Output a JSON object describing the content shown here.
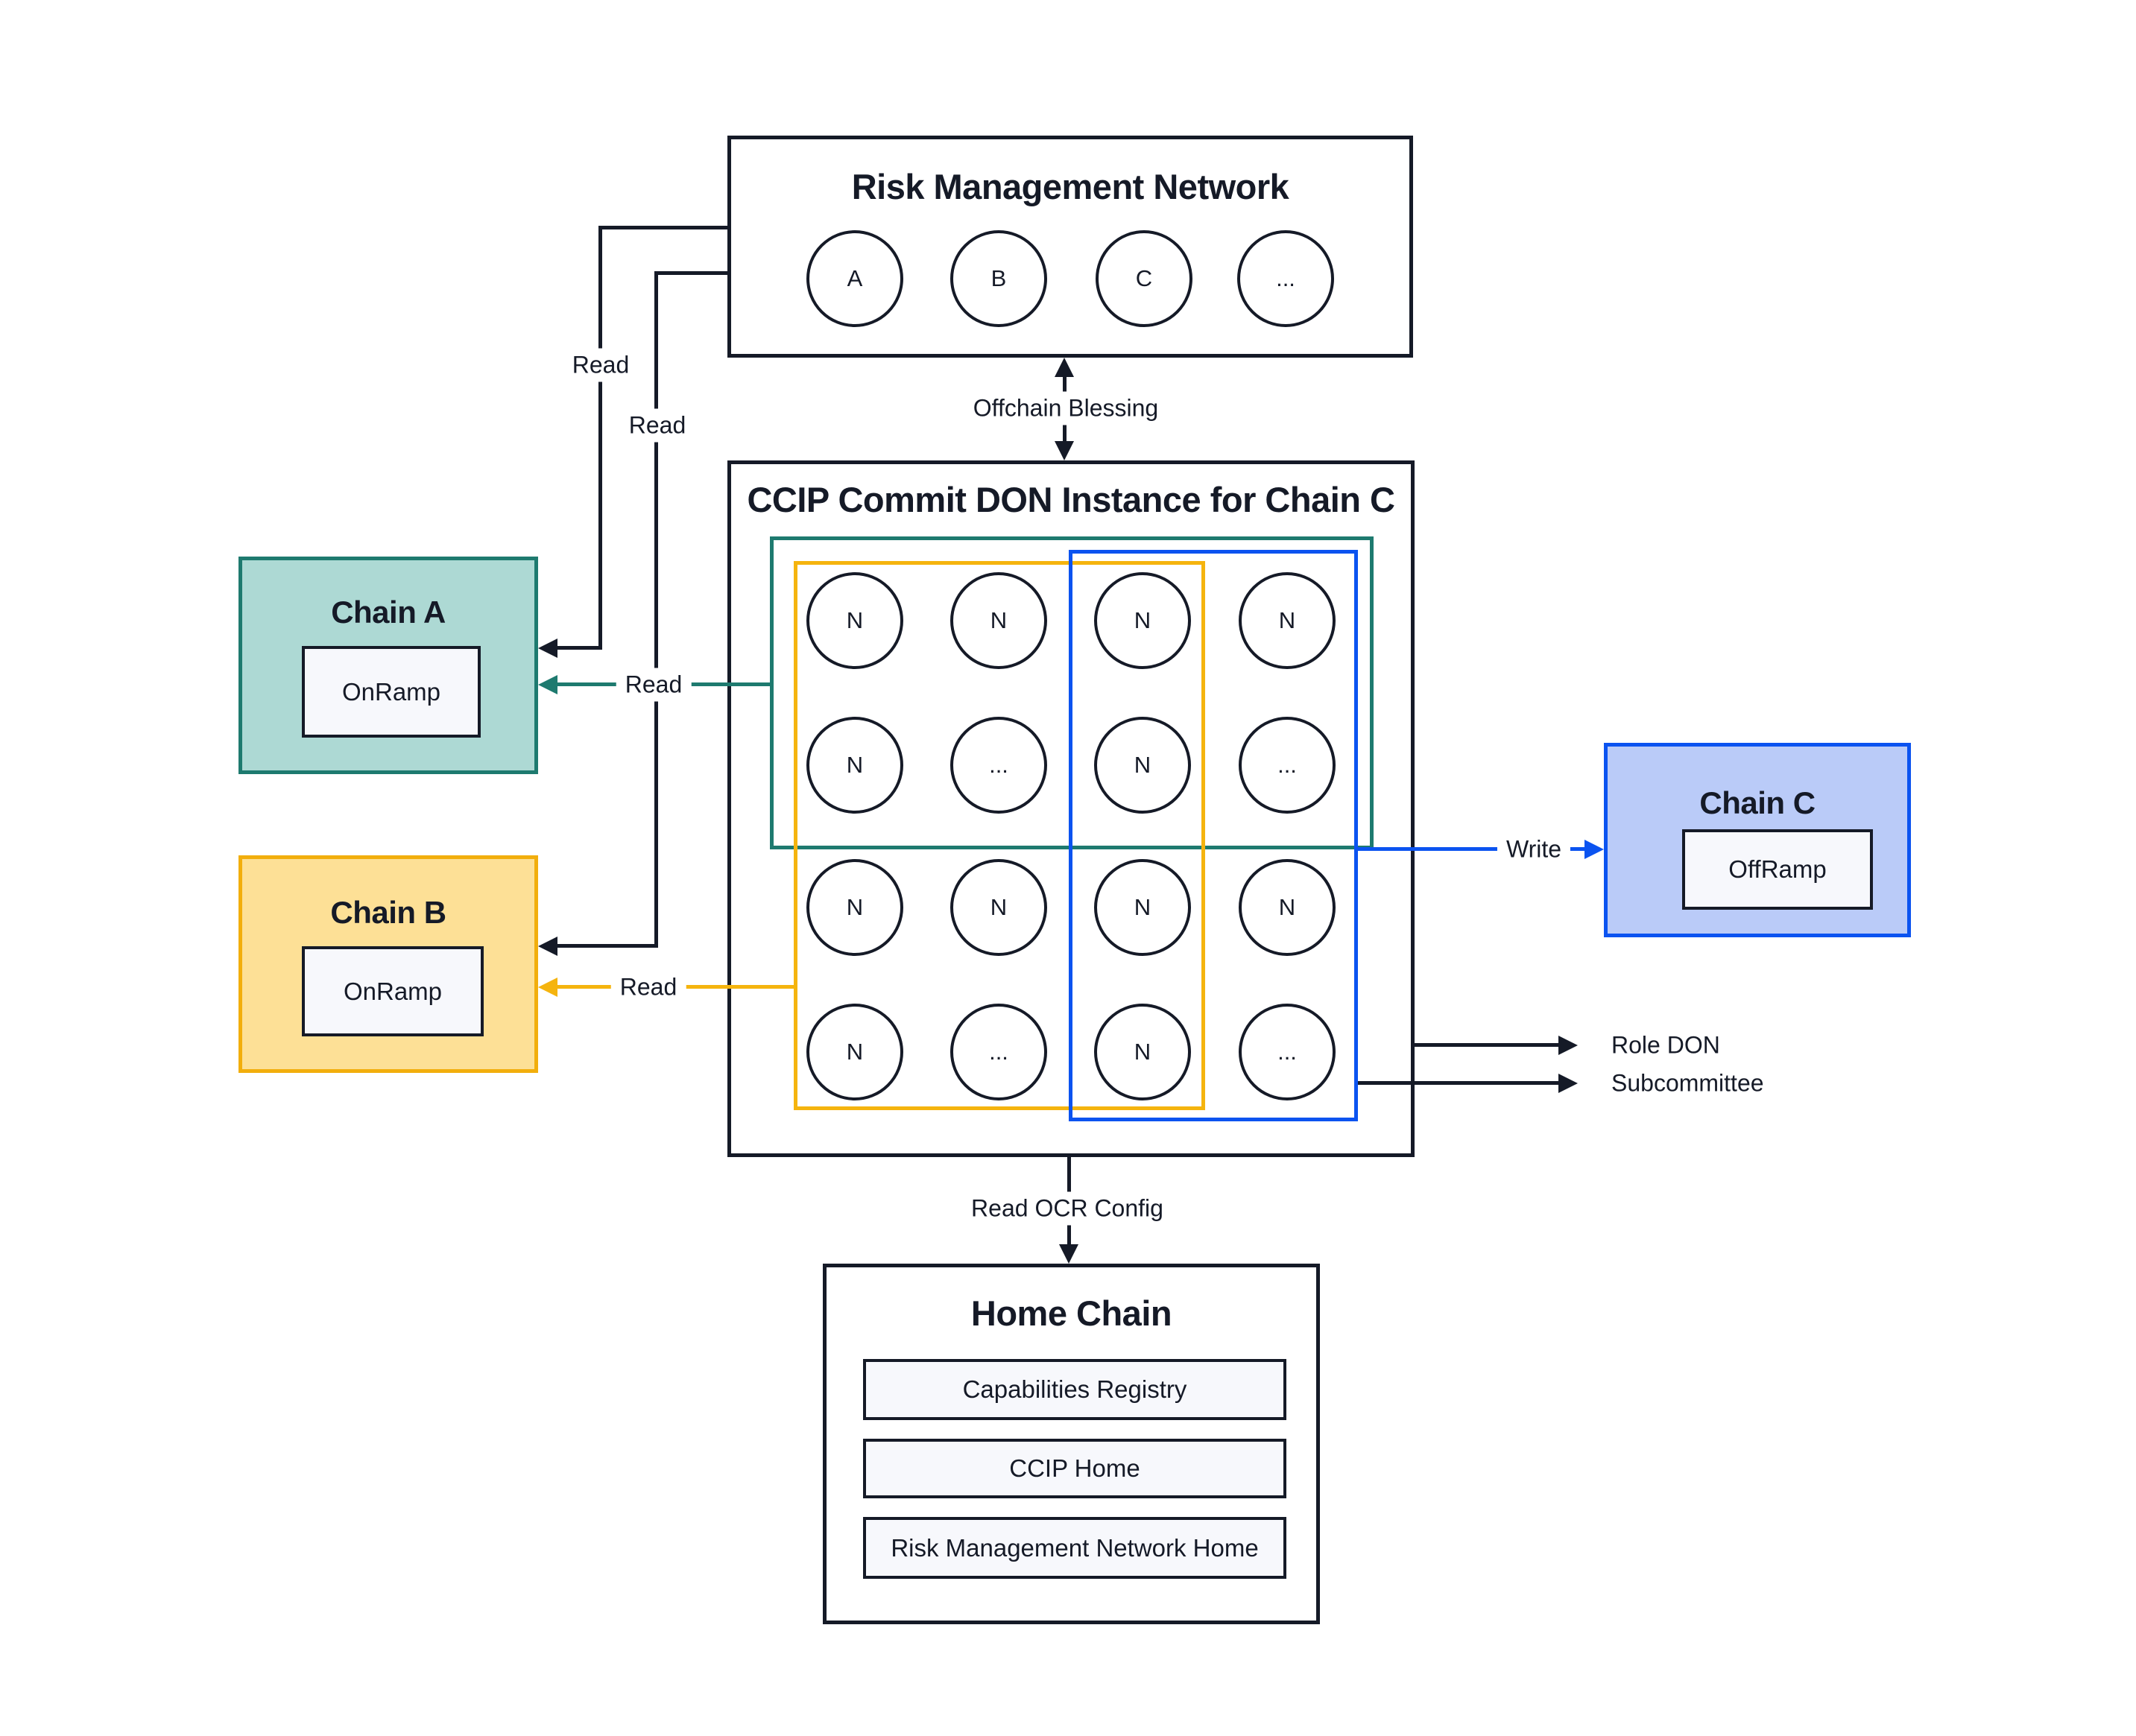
{
  "colors": {
    "ink": "#151A27",
    "teal_border": "#1E7A6F",
    "teal_fill": "#ADD9D4",
    "yellow_border": "#F2AE0C",
    "yellow_fill": "#FDE096",
    "blue_border": "#0B53F0",
    "blue_fill": "#BACBF8",
    "panel_fill": "#F7F8FC",
    "background": "#FFFFFF"
  },
  "rmn": {
    "title": "Risk Management Network",
    "nodes": [
      "A",
      "B",
      "C",
      "..."
    ]
  },
  "don": {
    "title": "CCIP Commit DON Instance for Chain C",
    "grid": [
      [
        "N",
        "N",
        "N",
        "N"
      ],
      [
        "N",
        "...",
        "N",
        "..."
      ],
      [
        "N",
        "N",
        "N",
        "N"
      ],
      [
        "N",
        "...",
        "N",
        "..."
      ]
    ]
  },
  "chain_a": {
    "title": "Chain A",
    "contract": "OnRamp"
  },
  "chain_b": {
    "title": "Chain B",
    "contract": "OnRamp"
  },
  "chain_c": {
    "title": "Chain C",
    "contract": "OffRamp"
  },
  "home_chain": {
    "title": "Home Chain",
    "contracts": [
      "Capabilities Registry",
      "CCIP Home",
      "Risk Management Network Home"
    ]
  },
  "labels": {
    "read": "Read",
    "write": "Write",
    "offchain_blessing": "Offchain Blessing",
    "read_ocr_config": "Read OCR Config",
    "role_don": "Role DON",
    "subcommittee": "Subcommittee"
  }
}
